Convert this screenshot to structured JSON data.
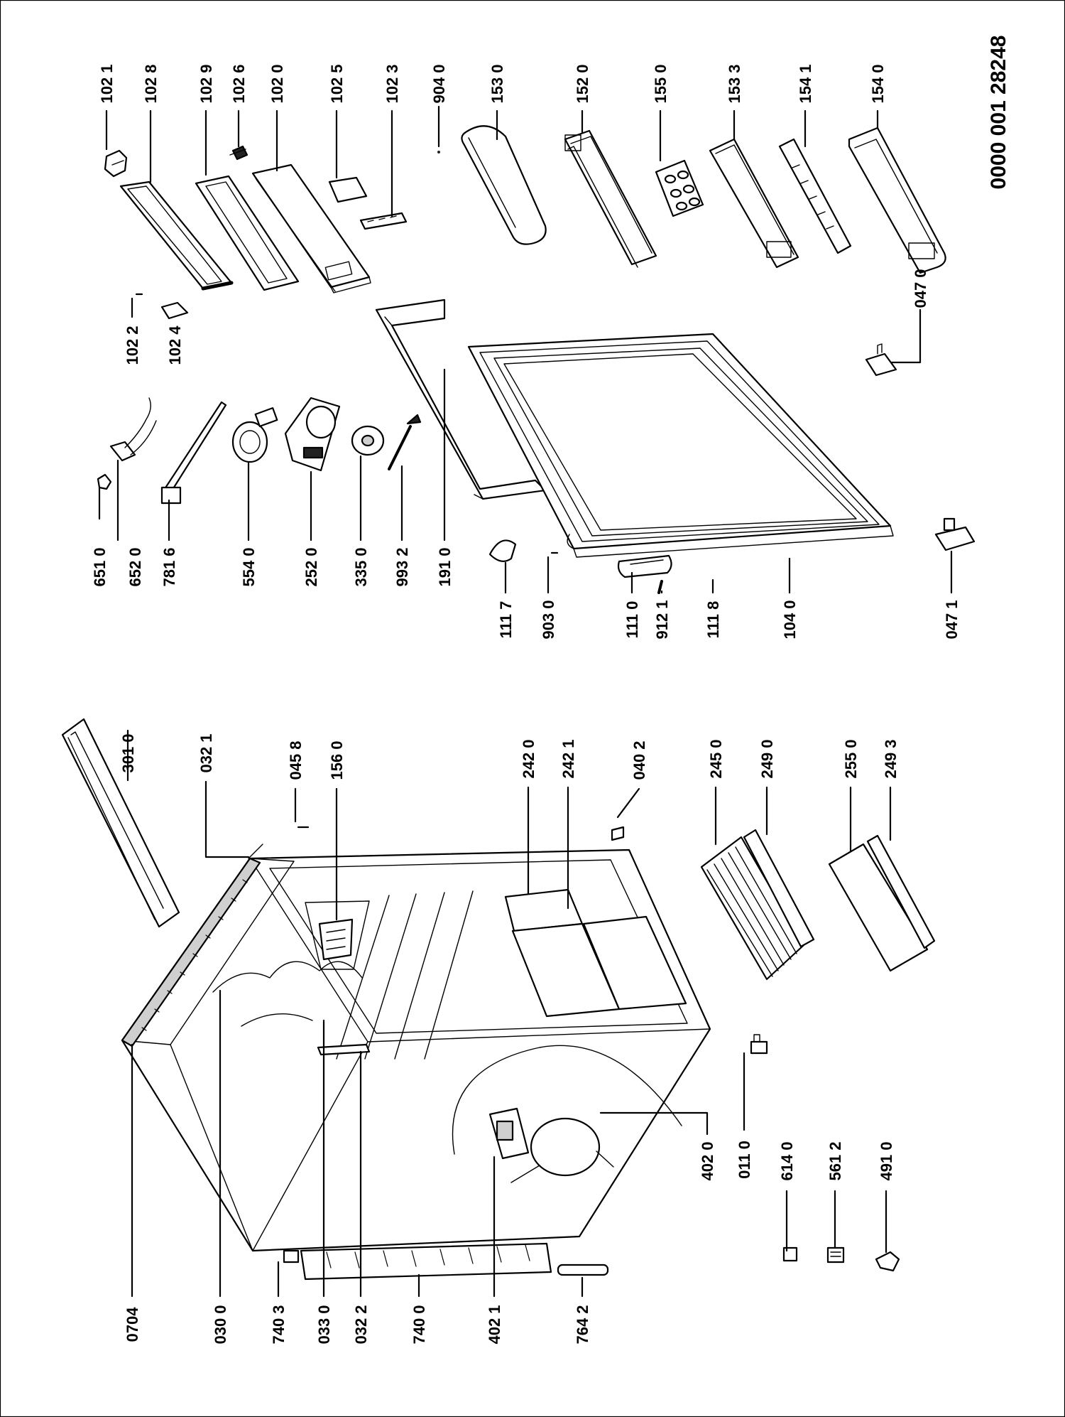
{
  "drawing_code": "0000 001 28248",
  "labels": {
    "l_1021": "102 1",
    "l_1028": "102 8",
    "l_1029": "102 9",
    "l_1026": "102 6",
    "l_1020": "102 0",
    "l_1025": "102 5",
    "l_1023": "102 3",
    "l_9040": "904 0",
    "l_1530": "153 0",
    "l_1520": "152 0",
    "l_1550": "155 0",
    "l_1533": "153 3",
    "l_1541": "154 1",
    "l_1540": "154 0",
    "l_1022": "102 2",
    "l_1024": "102 4",
    "l_0470": "047 0",
    "l_6510": "651 0",
    "l_6520": "652 0",
    "l_7816": "781 6",
    "l_5540": "554 0",
    "l_2520": "252 0",
    "l_3350": "335 0",
    "l_9932": "993 2",
    "l_1910": "191 0",
    "l_1117": "111 7",
    "l_9030": "903 0",
    "l_1110": "111 0",
    "l_9121": "912 1",
    "l_1118": "111 8",
    "l_1040": "104 0",
    "l_0471": "047 1",
    "l_3010": "301 0",
    "l_0321": "032 1",
    "l_0458": "045 8",
    "l_1560": "156 0",
    "l_2420": "242 0",
    "l_2421": "242 1",
    "l_0402": "040 2",
    "l_2450": "245 0",
    "l_2490": "249 0",
    "l_2550": "255 0",
    "l_2493": "249 3",
    "l_0704": "0704",
    "l_0300": "030 0",
    "l_7403": "740 3",
    "l_0330": "033 0",
    "l_0322": "032 2",
    "l_7400": "740 0",
    "l_4021": "402 1",
    "l_7642": "764 2",
    "l_4020": "402 0",
    "l_0110": "011 0",
    "l_6140": "614 0",
    "l_5612": "561 2",
    "l_4910": "491 0"
  }
}
